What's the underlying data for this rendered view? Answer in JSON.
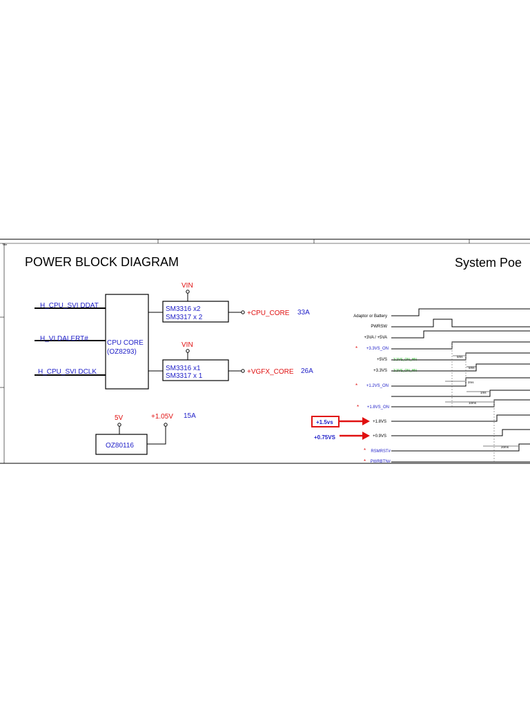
{
  "colors": {
    "line": "#000000",
    "blue": "#2020c8",
    "red": "#e01010",
    "green": "#20b020"
  },
  "header": {
    "tiny_label": "Title"
  },
  "left": {
    "title": "POWER BLOCK DIAGRAM",
    "inputs": [
      "H_CPU_SVI DDAT",
      "H_VI DALERT#",
      "H_CPU_SVI DCLK"
    ],
    "cpu_box": {
      "line1": "CPU CORE",
      "line2": "(OZ8293)"
    },
    "reg1": {
      "vin": "VIN",
      "line1": "SM3316 x2",
      "line2": "SM3317 x 2",
      "out": "+CPU_CORE",
      "amp": "33A"
    },
    "reg2": {
      "vin": "VIN",
      "line1": "SM3316 x1",
      "line2": "SM3317 x 1",
      "out": "+VGFX_CORE",
      "amp": "26A"
    },
    "oz": {
      "label": "OZ80116",
      "in": "5V",
      "out": "+1.05V",
      "amp": "15A"
    }
  },
  "right": {
    "title": "System Poe",
    "signals": [
      {
        "name": "Adaptor or Battery",
        "star": false
      },
      {
        "name": "PWRSW",
        "star": false
      },
      {
        "name": "+3VA / +5VA",
        "star": false
      },
      {
        "name": "+3.3VS_ON",
        "star": true
      },
      {
        "name": "+5VS",
        "star": false
      },
      {
        "name": "+3.3VS",
        "star": false
      },
      {
        "name": "+1.2VS_ON",
        "star": true
      },
      {
        "name": "+1.8VS_ON",
        "star": true
      },
      {
        "name": "+1.8VS",
        "star": false
      },
      {
        "name": "+0.9VS",
        "star": false
      },
      {
        "name": "RSMRST#",
        "star": true
      },
      {
        "name": "PWRBTN#",
        "star": true
      }
    ],
    "green_labels": [
      "3.3VS_ON_HN",
      "3.3VS_ON_HN"
    ],
    "timing": [
      "5ms",
      "5ms",
      "2ms",
      "1ms",
      "10ms",
      "20ms"
    ],
    "callout_boxed": "+1.5vs",
    "callout_plain": "+0.75VS"
  }
}
